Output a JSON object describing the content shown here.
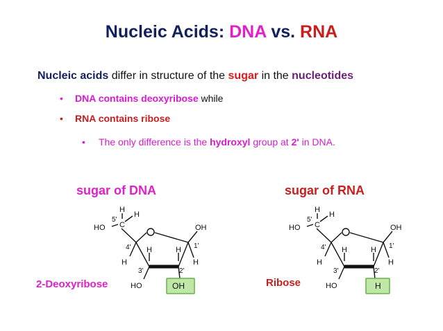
{
  "title": {
    "prefix": "Nucleic Acids:",
    "dna": "DNA",
    "vs": "vs.",
    "rna": "RNA"
  },
  "intro": {
    "part1": "Nucleic acids",
    "part2": "differ in structure of the",
    "part3": "sugar",
    "part4": "in the",
    "part5": "nucleotides"
  },
  "bullets": {
    "b1_bold": "DNA contains deoxyribose",
    "b1_rest": "while",
    "b2": "RNA contains ribose",
    "b3_a": "The only difference is the",
    "b3_b": "hydroxyl",
    "b3_c": "group at",
    "b3_d": "2'",
    "b3_e": "in DNA.",
    "bullet_char": "•"
  },
  "dna_section": {
    "heading": "sugar of DNA",
    "label": "2-Deoxyribose",
    "atoms": {
      "h_top": "H",
      "h_top2": "H",
      "c5_label": "5'",
      "c": "C",
      "ho5": "HO",
      "oh1": "OH",
      "c4_label": "4'",
      "h4": "H",
      "h3a": "H",
      "h2a": "H",
      "c1_label": "1'",
      "h1": "H",
      "c3_label": "3'",
      "c2_label": "2'",
      "ho3": "HO",
      "box": "OH"
    }
  },
  "rna_section": {
    "heading": "sugar of RNA",
    "label": "Ribose",
    "atoms": {
      "h_top": "H",
      "h_top2": "H",
      "c5_label": "5'",
      "c": "C",
      "ho5": "HO",
      "oh1": "OH",
      "c4_label": "4'",
      "h4": "H",
      "h3a": "H",
      "h2a": "H",
      "c1_label": "1'",
      "h1": "H",
      "c3_label": "3'",
      "c2_label": "2'",
      "ho3": "HO",
      "box": "H"
    }
  },
  "colors": {
    "navy": "#13205e",
    "magenta": "#e020c8",
    "red": "#c81e1e",
    "box_fill": "#bfe8a6",
    "box_border": "#6ab04c"
  }
}
